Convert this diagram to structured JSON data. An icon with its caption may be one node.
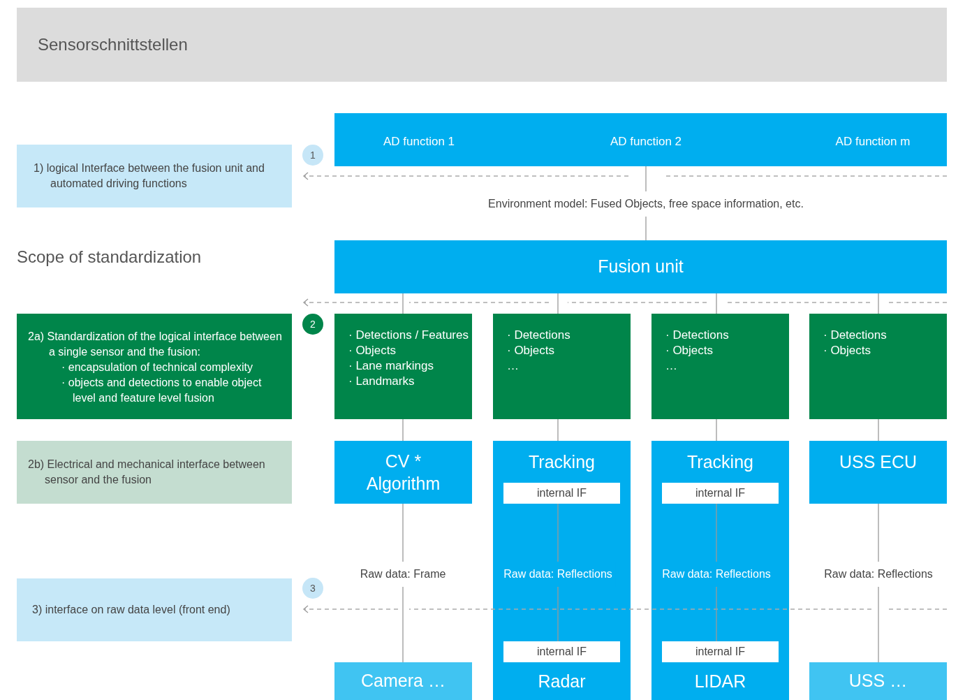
{
  "diagram": {
    "nodes": [
      {
        "text": [
          "Sensorschnittstellen"
        ]
      },
      {
        "text": [
          "AD function 1",
          "AD function 2",
          "AD function m"
        ]
      },
      {
        "text": [
          "1"
        ]
      },
      {
        "text": [
          "1) logical Interface between the fusion unit and automated driving functions"
        ]
      },
      {
        "text": [
          "Fusion unit"
        ]
      },
      {
        "text": [
          "2a) Standardization of the logical interface between a single sensor and the fusion:",
          "· encapsulation of technical complexity",
          "· objects and detections to enable object level and feature level fusion"
        ]
      },
      {
        "text": [
          "2"
        ]
      },
      {
        "text": [
          "· Detections / Features",
          "· Objects",
          "· Lane markings",
          "· Landmarks"
        ]
      },
      {
        "text": [
          "· Detections",
          "· Objects",
          "…"
        ]
      },
      {
        "text": [
          "· Detections",
          "· Objects",
          "…"
        ]
      },
      {
        "text": [
          "· Detections",
          "· Objects"
        ]
      },
      {
        "text": [
          "2b) Electrical and mechanical interface between sensor and the fusion"
        ]
      },
      {
        "text": [
          "CV * Algorithm"
        ]
      },
      {
        "text": [
          "Tracking",
          "Radar"
        ]
      },
      {
        "text": [
          "internal IF"
        ],
        "in": 13
      },
      {
        "text": [
          "internal IF"
        ],
        "in": 13
      },
      {
        "text": [
          "Tracking",
          "LIDAR"
        ]
      },
      {
        "text": [
          "internal IF"
        ],
        "in": 16
      },
      {
        "text": [
          "internal IF"
        ],
        "in": 16
      },
      {
        "text": [
          "USS ECU"
        ]
      },
      {
        "text": [
          "3"
        ]
      },
      {
        "text": [
          "3) interface on raw data level (front end)"
        ]
      },
      {
        "text": [
          "Camera …"
        ]
      },
      {
        "text": [
          "USS …"
        ]
      }
    ],
    "edges": [
      {
        "from": 4,
        "to": 1,
        "arrow": "none",
        "label": "Environment model: Fused Objects, free space information, etc."
      },
      {
        "from": 4,
        "to": 7,
        "arrow": "none"
      },
      {
        "from": 4,
        "to": 8,
        "arrow": "none"
      },
      {
        "from": 4,
        "to": 9,
        "arrow": "none"
      },
      {
        "from": 4,
        "to": 10,
        "arrow": "none"
      },
      {
        "from": 7,
        "to": 12,
        "arrow": "none"
      },
      {
        "from": 8,
        "to": 13,
        "arrow": "none"
      },
      {
        "from": 9,
        "to": 16,
        "arrow": "none"
      },
      {
        "from": 10,
        "to": 19,
        "arrow": "none"
      },
      {
        "from": 22,
        "to": 12,
        "arrow": "none",
        "label": "Raw data: Frame"
      },
      {
        "from": 15,
        "to": 14,
        "arrow": "none",
        "label": "Raw data: Reflections"
      },
      {
        "from": 18,
        "to": 17,
        "arrow": "none",
        "label": "Raw data: Reflections"
      },
      {
        "from": 23,
        "to": 19,
        "arrow": "none",
        "label": "Raw data: Reflections"
      }
    ],
    "labels": [
      "Scope of standardization"
    ]
  }
}
